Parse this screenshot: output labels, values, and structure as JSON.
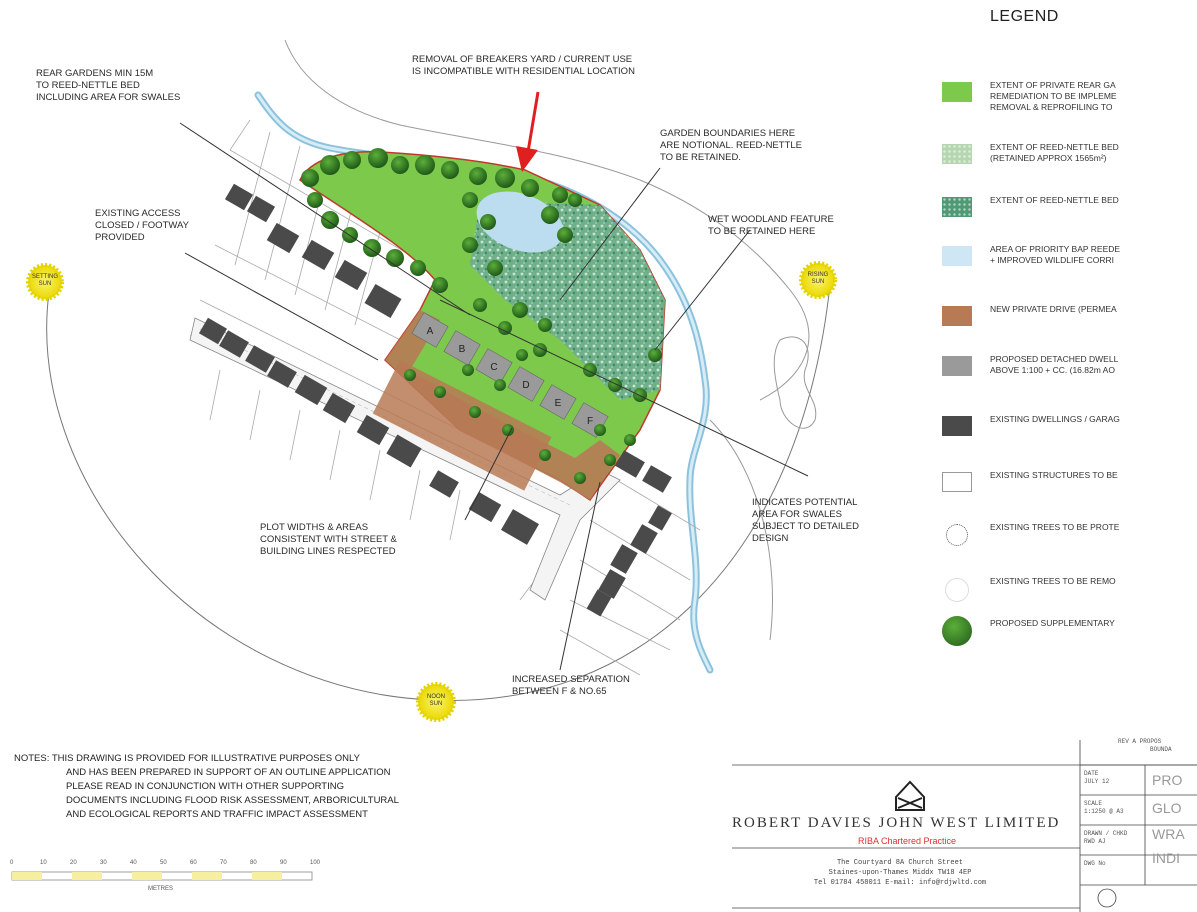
{
  "legend": {
    "title": "LEGEND",
    "items": [
      {
        "text1": "EXTENT OF PRIVATE REAR GA",
        "text2": "REMEDIATION TO BE IMPLEME",
        "text3": "REMOVAL & REPROFILING TO",
        "color": "#7dc94c",
        "style": "solid"
      },
      {
        "text1": "EXTENT OF REED-NETTLE BED",
        "text2": "(RETAINED APPROX 1565m²)",
        "text3": "",
        "color": "#b6d6b2",
        "style": "speckle"
      },
      {
        "text1": "EXTENT OF REED-NETTLE BED",
        "text2": "",
        "text3": "",
        "color": "#4f9a74",
        "style": "speckle"
      },
      {
        "text1": "AREA OF PRIORITY BAP REEDE",
        "text2": "+ IMPROVED WILDLIFE CORRI",
        "text3": "",
        "color": "#cfe6f4",
        "style": "solid"
      },
      {
        "text1": "NEW PRIVATE DRIVE (PERMEA",
        "text2": "",
        "text3": "",
        "color": "#b77a55",
        "style": "solid"
      },
      {
        "text1": "PROPOSED DETACHED DWELL",
        "text2": "ABOVE 1:100 + CC. (16.82m AO",
        "text3": "",
        "color": "#9a9a9a",
        "style": "solid"
      },
      {
        "text1": "EXISTING DWELLINGS / GARAG",
        "text2": "",
        "text3": "",
        "color": "#4a4a4a",
        "style": "solid"
      },
      {
        "text1": "EXISTING STRUCTURES TO BE",
        "text2": "",
        "text3": "",
        "color": "#ffffff",
        "style": "outline"
      },
      {
        "text1": "EXISTING TREES TO BE PROTE",
        "text2": "",
        "text3": "",
        "color": "#ffffff",
        "style": "dotted-circle"
      },
      {
        "text1": "EXISTING TREES TO BE REMO",
        "text2": "",
        "text3": "",
        "color": "#ffffff",
        "style": "faint-circle"
      },
      {
        "text1": "PROPOSED SUPPLEMENTARY",
        "text2": "",
        "text3": "",
        "color": "#3f8f2c",
        "style": "tree"
      }
    ]
  },
  "annotations": {
    "breakers": [
      "REMOVAL OF BREAKERS YARD / CURRENT USE",
      "IS INCOMPATIBLE WITH RESIDENTIAL LOCATION"
    ],
    "rear_gardens": [
      "REAR GARDENS MIN 15m",
      "TO REED-NETTLE BED",
      "INCLUDING AREA FOR SWALES"
    ],
    "garden_boundaries": [
      "GARDEN BOUNDARIES HERE",
      "ARE NOTIONAL. REED-NETTLE",
      "TO BE RETAINED."
    ],
    "existing_access": [
      "EXISTING ACCESS",
      "CLOSED / FOOTWAY",
      "PROVIDED"
    ],
    "wet_woodland": [
      "WET WOODLAND FEATURE",
      "TO BE RETAINED HERE"
    ],
    "swales": [
      "INDICATES POTENTIAL",
      "AREA FOR SWALES",
      "SUBJECT TO DETAILED",
      "DESIGN"
    ],
    "plot_widths": [
      "PLOT WIDTHS & AREAS",
      "CONSISTENT WITH STREET &",
      "BUILDING LINES RESPECTED"
    ],
    "separation": [
      "INCREASED SEPARATION",
      "BETWEEN F & No.65"
    ]
  },
  "suns": {
    "setting": [
      "SETTING",
      "SUN"
    ],
    "rising": [
      "RISING",
      "SUN"
    ],
    "noon": [
      "NOON",
      "SUN"
    ]
  },
  "plots": [
    "A",
    "B",
    "C",
    "D",
    "E",
    "F"
  ],
  "notes": {
    "line1": "NOTES: THIS DRAWING IS PROVIDED FOR ILLUSTRATIVE PURPOSES ONLY",
    "line2": "AND HAS BEEN PREPARED IN SUPPORT OF AN OUTLINE APPLICATION",
    "line3": "PLEASE READ IN CONJUNCTION WITH OTHER SUPPORTING",
    "line4": "DOCUMENTS INCLUDING FLOOD RISK ASSESSMENT, ARBORICULTURAL",
    "line5": "AND ECOLOGICAL REPORTS AND TRAFFIC IMPACT ASSESSMENT"
  },
  "scale_bar": {
    "ticks": [
      "0",
      "10",
      "20",
      "30",
      "40",
      "50",
      "60",
      "70",
      "80",
      "90",
      "100"
    ],
    "unit": "METRES"
  },
  "title_block": {
    "company": "ROBERT DAVIES JOHN WEST LIMITED",
    "riba": "RIBA Chartered Practice",
    "address1": "The Courtyard 8A Church Street",
    "address2": "Staines-upon-Thames Middx TW18 4EP",
    "address3": "Tel 01784 458011 E-mail: info@rdjwltd.com",
    "rev": "REV A  PROPOS",
    "rev2": "BOUNDA",
    "field1": "DATE",
    "field1b": "JULY 12",
    "field2": "SCALE",
    "field2b": "1:1250 @ A3",
    "field3": "DRAWN / CHKD",
    "field3b": "RWD AJ",
    "field4": "DWG No",
    "proj1": "PRO",
    "proj2": "GLO",
    "proj3": "WRA",
    "proj4": "INDI"
  },
  "colors": {
    "garden_green": "#7dc94c",
    "reed_bed": "#5aa27c",
    "water": "#bcdcef",
    "drive": "#b77a55",
    "proposed_house": "#9a9a9a",
    "existing_house": "#4a4a4a",
    "arrow": "#e02020",
    "site_boundary": "#c0392b",
    "sun": "#f4e81c"
  }
}
